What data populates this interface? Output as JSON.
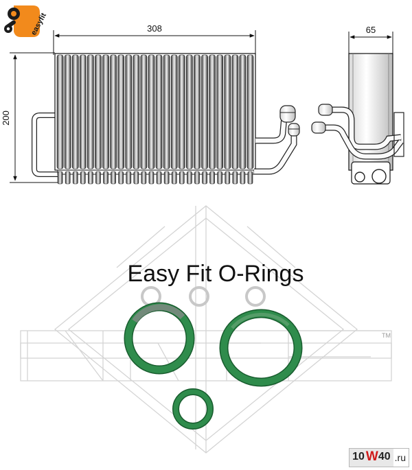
{
  "brand": {
    "badge_text": "easyfit",
    "accent": "#f28a1c"
  },
  "dimensions": {
    "width": "308",
    "height": "200",
    "depth": "65"
  },
  "headline": "Easy Fit O-Rings",
  "trademark": "TM",
  "watermark": {
    "part1": "10",
    "part2": "W",
    "part3": "40",
    "part4": ".ru"
  },
  "colors": {
    "oring": "#2e8a4a",
    "oring_dark": "#185c2e",
    "oring_gray": "#8a8a8a",
    "line": "#222222",
    "nrf_watermark": "#d6d6d6"
  },
  "icons": [
    "wrench-icon",
    "gear-icon"
  ]
}
